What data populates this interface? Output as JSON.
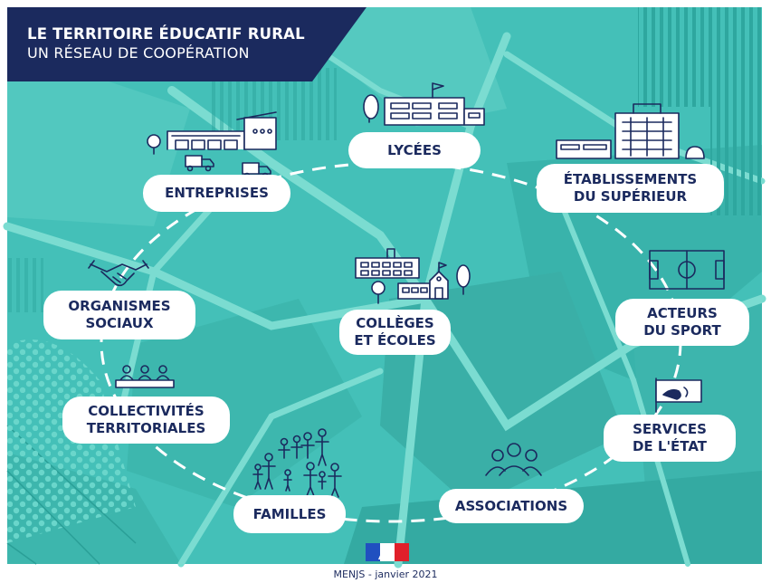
{
  "title": {
    "line1": "LE TERRITOIRE ÉDUCATIF RURAL",
    "line2": "UN RÉSEAU DE COOPÉRATION"
  },
  "nodes": {
    "lycees": [
      "LYCÉES"
    ],
    "etablissements": [
      "ÉTABLISSEMENTS",
      "DU SUPÉRIEUR"
    ],
    "entreprises": [
      "ENTREPRISES"
    ],
    "organismes": [
      "ORGANISMES",
      "SOCIAUX"
    ],
    "colleges": [
      "COLLÈGES",
      "ET ÉCOLES"
    ],
    "acteurs": [
      "ACTEURS",
      "DU SPORT"
    ],
    "collectivites": [
      "COLLECTIVITÉS",
      "TERRITORIALES"
    ],
    "services": [
      "SERVICES",
      "DE L'ÉTAT"
    ],
    "associations": [
      "ASSOCIATIONS"
    ],
    "familles": [
      "FAMILLES"
    ]
  },
  "footer": "MENJS - janvier 2021",
  "colors": {
    "teal_bg": "#44c0b8",
    "teal_light": "#78d8cc",
    "teal_dark": "#2ca9a1",
    "navy": "#1b2a5e",
    "flag_blue": "#2050c0",
    "flag_red": "#e0202a"
  },
  "icons": [
    "lycee-building-icon",
    "university-campus-icon",
    "factory-trucks-icon",
    "handshake-icon",
    "school-buildings-icon",
    "sports-field-icon",
    "council-people-icon",
    "government-flag-icon",
    "people-group-icon",
    "family-icon",
    "marianne-logo-icon"
  ]
}
